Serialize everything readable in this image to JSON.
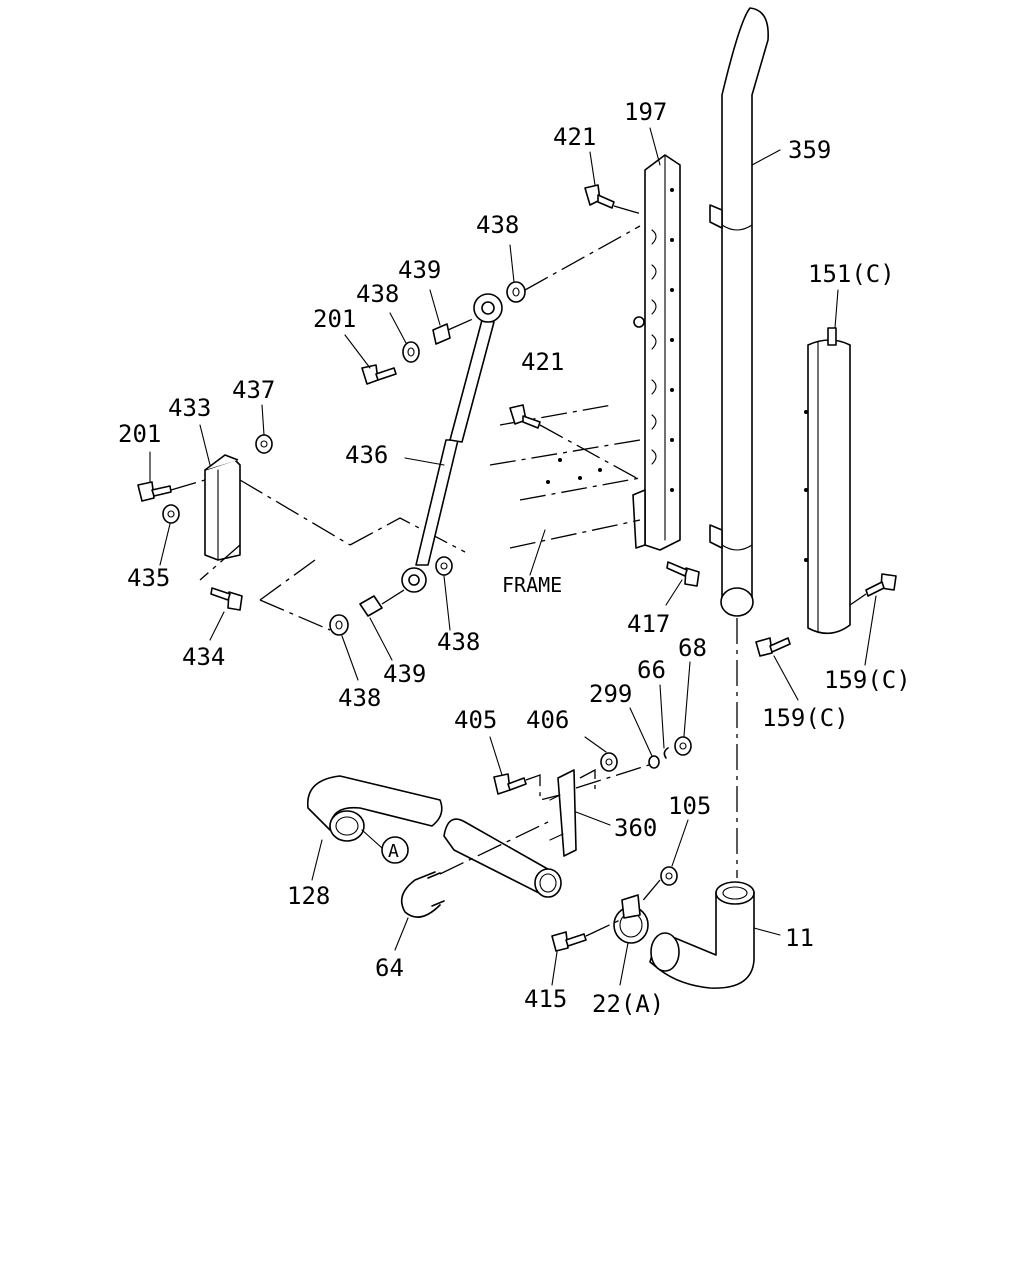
{
  "diagram": {
    "callouts": {
      "p197": "197",
      "p421a": "421",
      "p421b": "421",
      "p359": "359",
      "p438a": "438",
      "p439a": "439",
      "p438b": "438",
      "p201a": "201",
      "p151c": "151(C)",
      "p433": "433",
      "p437": "437",
      "p201b": "201",
      "p436": "436",
      "p435": "435",
      "p434": "434",
      "p438c": "438",
      "p439b": "439",
      "p438d": "438",
      "frame": "FRAME",
      "p417": "417",
      "p68": "68",
      "p66": "66",
      "p299": "299",
      "p159ca": "159(C)",
      "p159cb": "159(C)",
      "p405": "405",
      "p406": "406",
      "p360": "360",
      "p105": "105",
      "p128": "128",
      "pA": "A",
      "p64": "64",
      "p415": "415",
      "p22a": "22(A)",
      "p11": "11"
    }
  }
}
